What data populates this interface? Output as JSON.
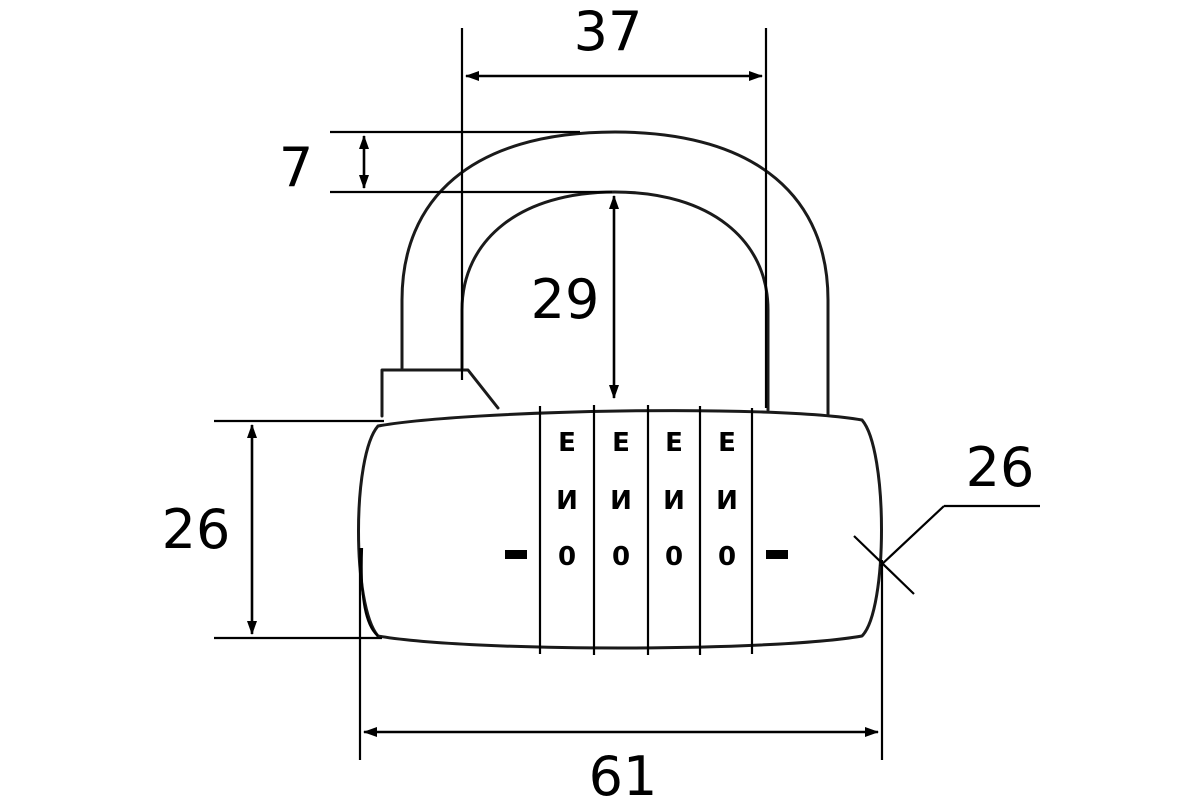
{
  "dimensions": {
    "shackle_inner_width": "37",
    "shackle_thickness": "7",
    "shackle_clearance": "29",
    "body_height": "26",
    "body_depth": "26",
    "body_width": "61"
  },
  "wheels": [
    {
      "top": "E",
      "middle": "И",
      "bottom": "0"
    },
    {
      "top": "E",
      "middle": "И",
      "bottom": "0"
    },
    {
      "top": "E",
      "middle": "И",
      "bottom": "0"
    },
    {
      "top": "E",
      "middle": "И",
      "bottom": "0"
    }
  ],
  "colors": {
    "line": "#1a1a1a",
    "background": "#ffffff"
  }
}
